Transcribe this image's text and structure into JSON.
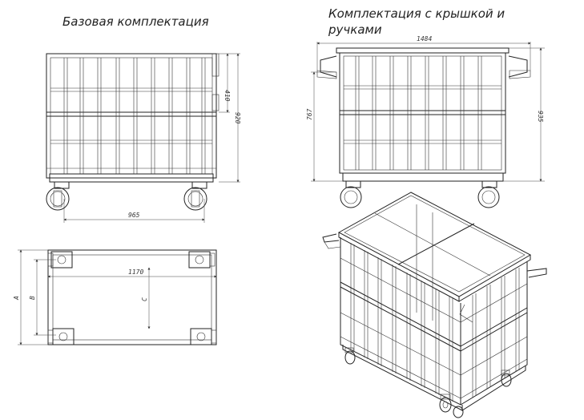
{
  "headings": {
    "basic": "Базовая комплектация",
    "lid_line1": "Комплектация с крышкой и",
    "lid_line2": "ручками"
  },
  "dimensions": {
    "width_front": "965",
    "height_upper": "410",
    "height_total": "920",
    "width_with_handles": "1484",
    "height_body": "767",
    "height_with_lid": "935",
    "length_top": "1170",
    "label_a": "A",
    "label_b": "B",
    "label_c": "C"
  }
}
